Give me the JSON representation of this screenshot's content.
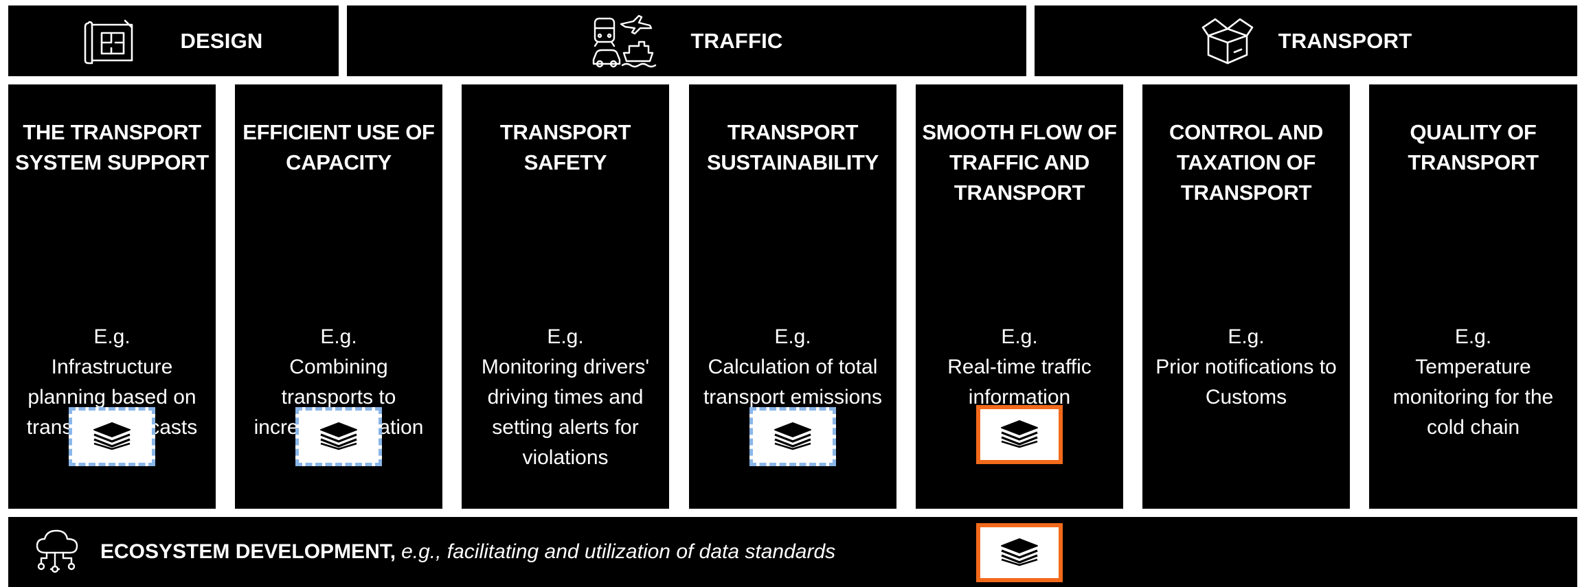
{
  "headers": {
    "design": {
      "label": "DESIGN",
      "icon": "blueprint-icon"
    },
    "traffic": {
      "label": "TRAFFIC",
      "icon": "vehicles-icon"
    },
    "transport": {
      "label": "TRANSPORT",
      "icon": "package-icon"
    }
  },
  "columns": [
    {
      "title": [
        "THE TRANSPORT",
        "SYSTEM SUPPORT"
      ],
      "desc": [
        "E.g.",
        "Infrastructure",
        "planning based on",
        "transport forecasts"
      ],
      "badge": "planned"
    },
    {
      "title": [
        "EFFICIENT USE OF",
        "CAPACITY"
      ],
      "desc": [
        "E.g.",
        "Combining",
        "transports to",
        "increase utilization"
      ],
      "badge": "planned"
    },
    {
      "title": [
        "TRANSPORT",
        "SAFETY"
      ],
      "desc": [
        "E.g.",
        "Monitoring drivers'",
        "driving times and",
        "setting alerts for",
        "violations"
      ],
      "badge": null
    },
    {
      "title": [
        "TRANSPORT",
        "SUSTAINABILITY"
      ],
      "desc": [
        "E.g.",
        "Calculation of total",
        "transport emissions"
      ],
      "badge": "planned"
    },
    {
      "title": [
        "SMOOTH FLOW OF",
        "TRAFFIC AND",
        "TRANSPORT"
      ],
      "desc": [
        "E.g.",
        "Real-time traffic",
        "information"
      ],
      "badge": "active"
    },
    {
      "title": [
        "CONTROL AND",
        "TAXATION OF",
        "TRANSPORT"
      ],
      "desc": [
        "E.g.",
        "Prior notifications to",
        "Customs"
      ],
      "badge": null
    },
    {
      "title": [
        "QUALITY OF",
        "TRANSPORT"
      ],
      "desc": [
        "E.g.",
        "Temperature",
        "monitoring for the",
        "cold chain"
      ],
      "badge": null
    }
  ],
  "ecosystem": {
    "bold_label": "ECOSYSTEM DEVELOPMENT,",
    "italic_label": "e.g., facilitating and utilization of data standards",
    "icon": "cloud-network-icon",
    "badge": "active"
  },
  "badge_icon": "layers-stack-icon",
  "colors": {
    "background": "#000000",
    "text": "#ffffff",
    "planned_border": "#8ab6e8",
    "active_border": "#f26a1b"
  }
}
